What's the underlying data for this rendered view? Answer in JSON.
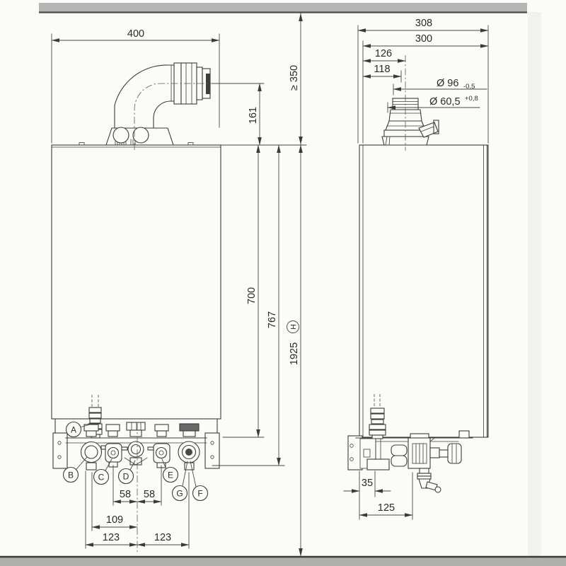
{
  "page": {
    "paper_color": "#fbfbf8",
    "ceiling_fill": "#b5b5b5",
    "floor_fill": "#b0afac",
    "line_color": "#3c3c3c"
  },
  "front_view": {
    "dim_width_top": "400",
    "dim_flue_elbow_height": "161",
    "dim_min_clearance_above": "≥ 350",
    "dim_casing_height": "700",
    "dim_height_to_connections": "767",
    "dim_floor_to_top": "1925",
    "dim_floor_to_top_ref": "H",
    "dim_conn_pitch_left": "58",
    "dim_conn_pitch_right": "58",
    "dim_conn_offset": "109",
    "dim_conn_span_left": "123",
    "dim_conn_span_right": "123",
    "callouts": [
      {
        "label": "A"
      },
      {
        "label": "B"
      },
      {
        "label": "C"
      },
      {
        "label": "D"
      },
      {
        "label": "E"
      },
      {
        "label": "F"
      },
      {
        "label": "G"
      }
    ]
  },
  "side_view": {
    "dim_depth_overall": "308",
    "dim_depth_casing": "300",
    "dim_flue_axis_offset": "126",
    "dim_flue_duct_offset": "118",
    "dim_flue_outer_diameter": "Ø 96",
    "dim_flue_outer_tolerance": "-0,5",
    "dim_flue_inner_diameter": "Ø 60,5",
    "dim_flue_inner_tolerance": "+0,8",
    "dim_siphon_offset": "35",
    "dim_connection_depth": "125"
  }
}
